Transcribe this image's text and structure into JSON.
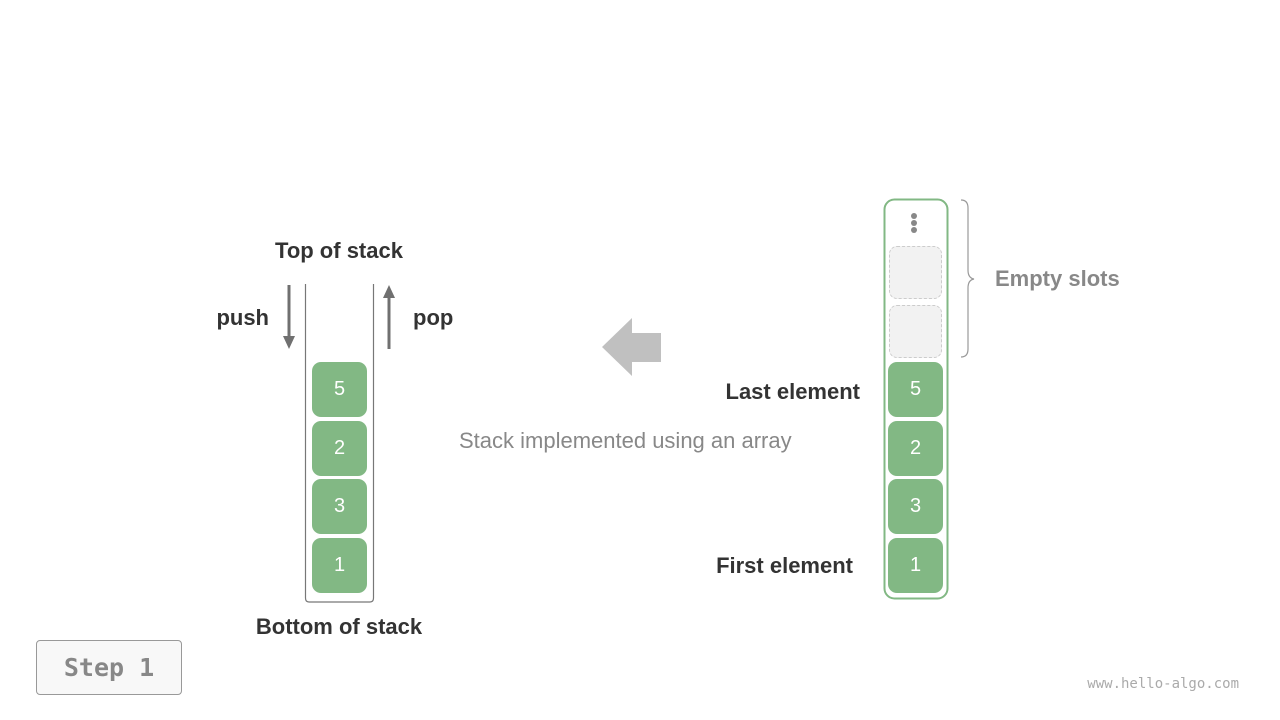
{
  "stack": {
    "top_label": "Top of stack",
    "bottom_label": "Bottom of stack",
    "push_label": "push",
    "pop_label": "pop",
    "elements_top_to_bottom": [
      "5",
      "2",
      "3",
      "1"
    ]
  },
  "caption": "Stack implemented using an array",
  "array": {
    "elements_top_to_bottom": [
      "5",
      "2",
      "3",
      "1"
    ],
    "empty_slot_count": 2,
    "empty_slots_label": "Empty slots",
    "last_element_label": "Last element",
    "first_element_label": "First element"
  },
  "step_button": "Step 1",
  "watermark": "www.hello-algo.com",
  "colors": {
    "element": "#82b884",
    "arrow": "#c0c0c0",
    "text": "#333333",
    "muted": "#888888"
  }
}
